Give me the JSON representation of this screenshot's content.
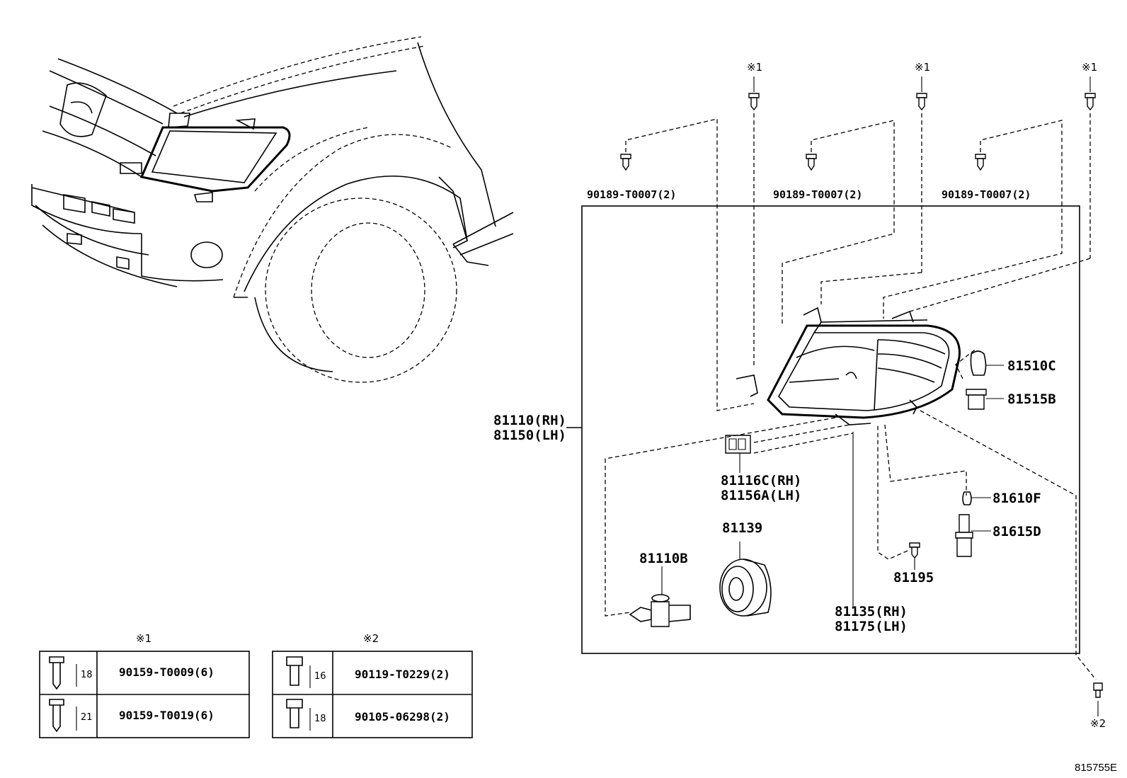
{
  "callouts": {
    "fastener_top_1": "90189-T0007(2)",
    "fastener_top_2": "90189-T0007(2)",
    "fastener_top_3": "90189-T0007(2)",
    "ref1_a": "※1",
    "ref1_b": "※1",
    "ref1_c": "※1",
    "ref2_bottom": "※2",
    "headlamp_rh": "81110(RH)",
    "headlamp_lh": "81150(LH)",
    "socket_rh": "81116C(RH)",
    "socket_lh": "81156A(LH)",
    "cover": "81139",
    "bulb_main": "81110B",
    "bracket_rh": "81135(RH)",
    "bracket_lh": "81175(LH)",
    "screw": "81195",
    "bulb_81510": "81510C",
    "socket_81515": "81515B",
    "bulb_81610": "81610F",
    "socket_81615": "81615D"
  },
  "table1": {
    "ref": "※1",
    "rows": [
      {
        "part": "90159-T0009(6)",
        "length": "18"
      },
      {
        "part": "90159-T0019(6)",
        "length": "21"
      }
    ]
  },
  "table2": {
    "ref": "※2",
    "rows": [
      {
        "part": "90119-T0229(2)",
        "length": "16"
      },
      {
        "part": "90105-06298(2)",
        "length": "18"
      }
    ]
  },
  "diagram_id": "815755E"
}
